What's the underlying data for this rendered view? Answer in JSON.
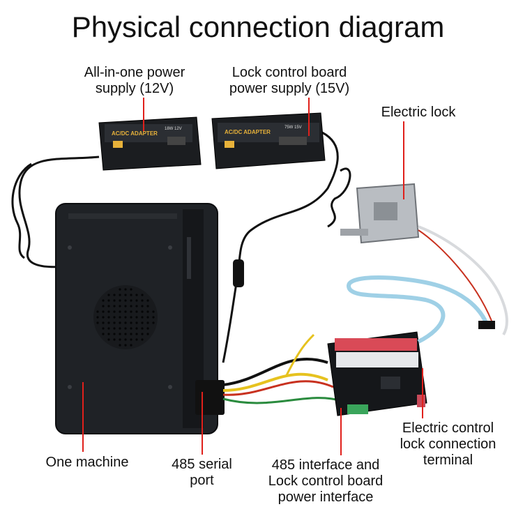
{
  "title": "Physical connection diagram",
  "labels": {
    "power_12v_line1": "All-in-one power",
    "power_12v_line2": "supply (12V)",
    "power_15v_line1": "Lock control board",
    "power_15v_line2": "power supply (15V)",
    "electric_lock": "Electric lock",
    "terminal_line1": "Electric control",
    "terminal_line2": "lock connection",
    "terminal_line3": "terminal",
    "one_machine": "One machine",
    "serial_line1": "485 serial",
    "serial_line2": "port",
    "interface_line1": "485 interface and",
    "interface_line2": "Lock control board",
    "interface_line3": "power interface"
  },
  "adapters": {
    "left": {
      "brand": "AC/DC ADAPTER",
      "rating": "18W 12V"
    },
    "right": {
      "brand": "AC/DC ADAPTER",
      "rating": "75W 15V"
    }
  },
  "colors": {
    "pointer": "#e0201b",
    "device_body": "#1f2226",
    "board": "#15171a",
    "relay": "#d94a57",
    "terminal": "#3aa55b",
    "cable_blue": "#9fd0e6"
  }
}
